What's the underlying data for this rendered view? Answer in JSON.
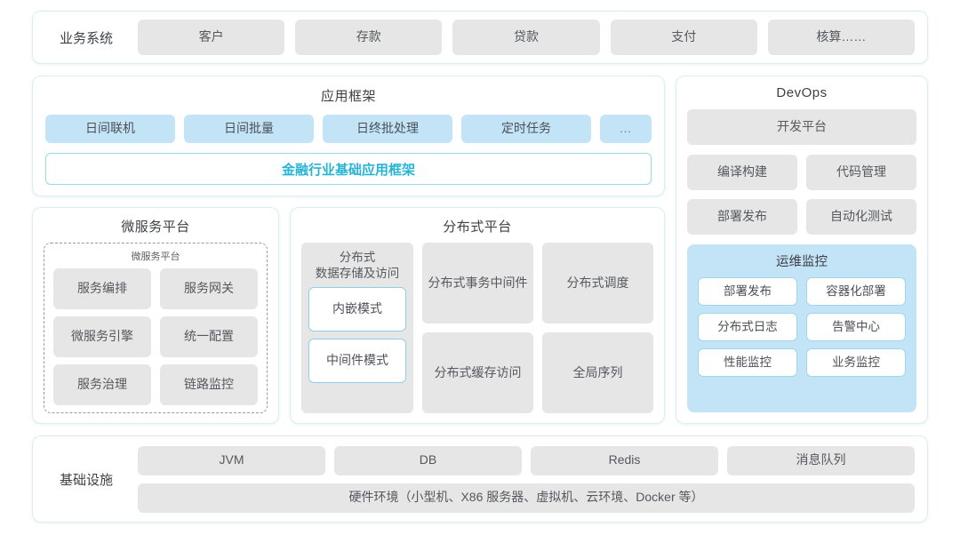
{
  "business_row": {
    "label": "业务系统",
    "items": [
      "客户",
      "存款",
      "贷款",
      "支付",
      "核算……"
    ]
  },
  "app_framework": {
    "title": "应用框架",
    "items": [
      "日间联机",
      "日间批量",
      "日终批处理",
      "定时任务"
    ],
    "ellipsis": "...",
    "foundation_bar": "金融行业基础应用框架",
    "foundation_color": "#27b3d4"
  },
  "microservice": {
    "title": "微服务平台",
    "inner_title": "微服务平台",
    "items": [
      "服务编排",
      "服务网关",
      "微服务引擎",
      "统一配置",
      "服务治理",
      "链路监控"
    ]
  },
  "distributed": {
    "title": "分布式平台",
    "storage_group": {
      "title": "分布式\n数据存储及访问",
      "title_line1": "分布式",
      "title_line2": "数据存储及访问",
      "modes": [
        "内嵌模式",
        "中间件模式"
      ]
    },
    "cells": [
      {
        "line1": "分布式",
        "line2": "事务中间件"
      },
      {
        "line1": "分布式调度",
        "line2": ""
      },
      {
        "line1": "分布式",
        "line2": "缓存访问"
      },
      {
        "line1": "全局序列",
        "line2": ""
      }
    ]
  },
  "devops": {
    "title": "DevOps",
    "platform": "开发平台",
    "items": [
      "编译构建",
      "代码管理",
      "部署发布",
      "自动化测试"
    ],
    "ops_monitor": {
      "title": "运维监控",
      "items": [
        "部署发布",
        "容器化部署",
        "分布式日志",
        "告警中心",
        "性能监控",
        "业务监控"
      ],
      "bg_color": "#c3e4f7"
    }
  },
  "infrastructure": {
    "label": "基础设施",
    "items": [
      "JVM",
      "DB",
      "Redis",
      "消息队列"
    ],
    "hardware": "硬件环境（小型机、X86 服务器、虚拟机、云环境、Docker 等）"
  },
  "theme": {
    "panel_border": "#d9eef2",
    "grey_pill": "#e6e6e6",
    "blue_pill": "#c3e4f7",
    "text_dark": "#3d4046",
    "text_grey": "#55585e"
  }
}
